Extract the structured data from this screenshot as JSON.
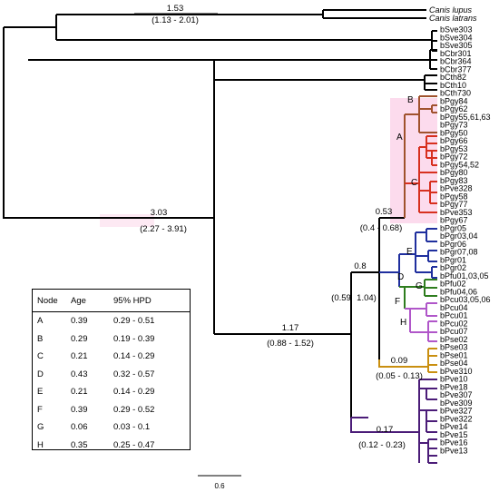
{
  "outgroup_tips": [
    "Canis lupus",
    "Canis latrans"
  ],
  "tips": [
    "bSve303",
    "bSve304",
    "bSve305",
    "bCbr301",
    "bCbr364",
    "bCbr377",
    "bCth82",
    "bCth10",
    "bCth730",
    "bPgy84",
    "bPgy62",
    "bPgy55,61,63",
    "bPgy73",
    "bPgy50",
    "bPgy66",
    "bPgy53",
    "bPgy72",
    "bPgy54,52",
    "bPgy80",
    "bPgy83",
    "bPve328",
    "bPgy58",
    "bPgy77",
    "bPve353",
    "bPgy67",
    "bPgr05",
    "bPgr03,04",
    "bPgr06",
    "bPgr07,08",
    "bPgr01",
    "bPgr02",
    "bPfu01,03,05",
    "bPfu02",
    "bPfu04,06",
    "bPcu03,05,06",
    "bPcu04",
    "bPcu01",
    "bPcu02",
    "bPcu07",
    "bPse02",
    "bPse03",
    "bPse01",
    "bPse04",
    "bPve310",
    "bPve10",
    "bPve18",
    "bPve307",
    "bPve309",
    "bPve327",
    "bPve322",
    "bPve14",
    "bPve15",
    "bPve16",
    "bPve13"
  ],
  "node_letters": [
    "A",
    "B",
    "C",
    "D",
    "E",
    "F",
    "G",
    "H"
  ],
  "node_ages": {
    "root": {
      "age": "1.53",
      "hpd": "(1.13 - 2.01)"
    },
    "n303": {
      "age": "3.03",
      "hpd": "(2.27 - 3.91)"
    },
    "n117": {
      "age": "1.17",
      "hpd": "(0.88 - 1.52)"
    },
    "n08": {
      "age": "0.8",
      "hpd": "(0.59",
      "hpd2": "1.04)"
    },
    "n053": {
      "age": "0.53",
      "hpd": "(0.4 - 0.68)"
    },
    "n009": {
      "age": "0.09",
      "hpd": "(0.05 - 0.13)"
    },
    "n017": {
      "age": "0.17",
      "hpd": "(0.12 - 0.23)"
    }
  },
  "scale_bar_label": "0.6",
  "legend": {
    "headers": [
      "Node",
      "Age",
      "95% HPD"
    ],
    "rows": [
      [
        "A",
        "0.39",
        "0.29 - 0.51"
      ],
      [
        "B",
        "0.29",
        "0.19 - 0.39"
      ],
      [
        "C",
        "0.21",
        "0.14 - 0.29"
      ],
      [
        "D",
        "0.43",
        "0.32 - 0.57"
      ],
      [
        "E",
        "0.21",
        "0.14 - 0.29"
      ],
      [
        "F",
        "0.39",
        "0.29 - 0.52"
      ],
      [
        "G",
        "0.06",
        "0.03 - 0.1"
      ],
      [
        "H",
        "0.35",
        "0.25 - 0.47"
      ]
    ]
  },
  "colors": {
    "black": "#000000",
    "orange_brown": "#a0522d",
    "red": "#d7301f",
    "highlight_pink": "#fbd5ea",
    "blue": "#1f2f9e",
    "green": "#2e7d1e",
    "violet": "#b056c9",
    "gold": "#c98f10",
    "purple": "#4b1c78"
  }
}
